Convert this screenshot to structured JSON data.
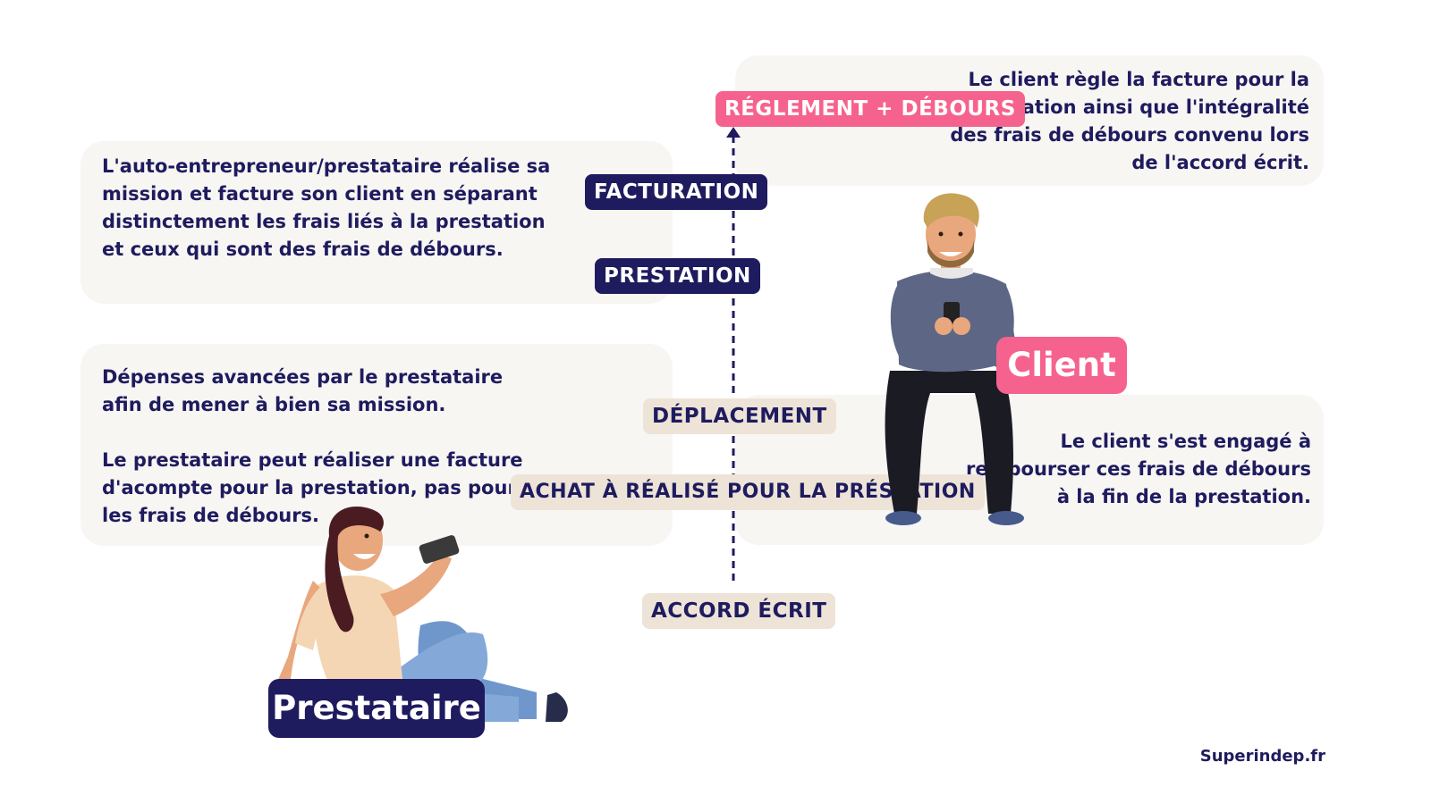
{
  "cards": {
    "prestataire_mission": "L'auto-entrepreneur/prestataire réalise sa\nmission et facture son client en séparant\ndistinctement les frais liés à la prestation\net ceux qui sont des frais de débours.",
    "prestataire_depenses": "Dépenses avancées par le prestataire\nafin de mener à bien sa mission.\n\nLe prestataire peut réaliser une facture\nd'acompte pour la prestation, pas pour\nles frais de débours.",
    "client_reglement": "Le client règle la facture pour la\nprestation ainsi que l'intégralité\ndes frais de débours convenu lors\nde l'accord écrit.",
    "client_engagement": "Le client s'est engagé à\nrembourser ces frais de débours\nà la fin de la prestation."
  },
  "timeline": {
    "reglement": "RÉGLEMENT + DÉBOURS",
    "facturation": "FACTURATION",
    "prestation": "PRESTATION",
    "deplacement": "DÉPLACEMENT",
    "achat": "ACHAT À RÉALISÉ POUR LA PRÉSTATION",
    "accord": "ACCORD ÉCRIT"
  },
  "roles": {
    "client": "Client",
    "prestataire": "Prestataire"
  },
  "brand": "Superindep.fr",
  "colors": {
    "navy": "#1e1b5e",
    "pink": "#f6628e",
    "beige": "#ede3d7",
    "card": "#f7f6f3"
  }
}
